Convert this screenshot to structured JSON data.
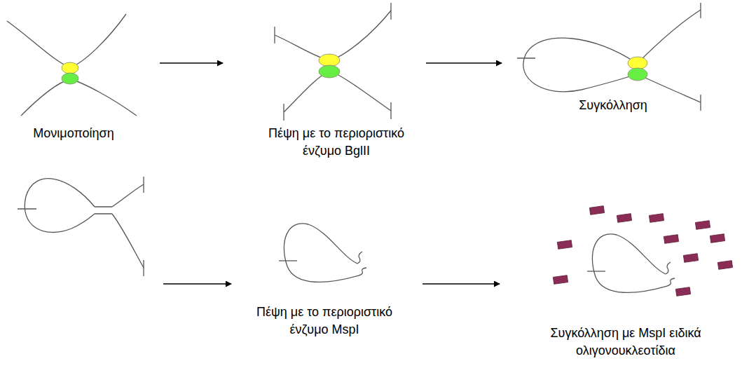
{
  "diagram": {
    "labels": [
      "Μονιμοποίηση",
      "Πέψη με το περιοριστικό ένζυμο BglII",
      "Συγκόλληση",
      "Πέψη με το περιοριστικό ένζυμο MspI",
      "Συγκόλληση με MspI ειδικά ολιγονουκλεοτίδια"
    ]
  }
}
